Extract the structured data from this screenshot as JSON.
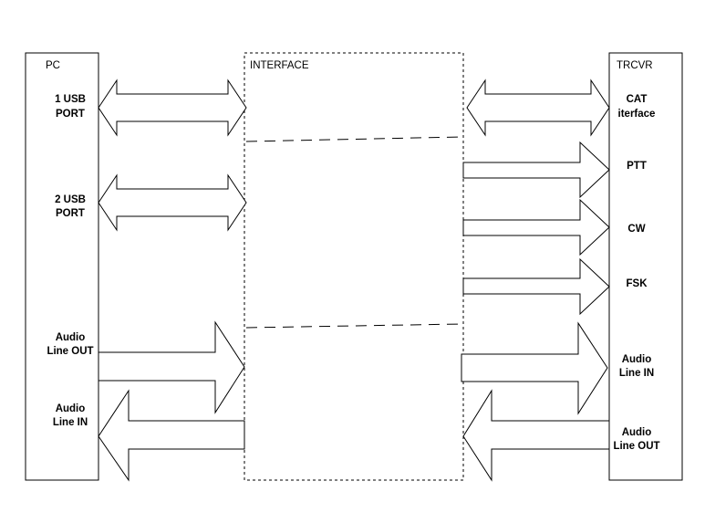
{
  "blocks": {
    "pc": {
      "title": "PC"
    },
    "interface": {
      "title": "INTERFACE"
    },
    "trcvr": {
      "title": "TRCVR"
    }
  },
  "pc_ports": {
    "usb1": [
      "1 USB",
      "PORT"
    ],
    "usb2": [
      "2 USB",
      "PORT"
    ],
    "audio_out": [
      "Audio",
      "Line OUT"
    ],
    "audio_in": [
      "Audio",
      "Line IN"
    ]
  },
  "trcvr_ports": {
    "cat": [
      "CAT",
      "iterface"
    ],
    "ptt": "PTT",
    "cw": "CW",
    "fsk": "FSK",
    "audio_in": [
      "Audio",
      "Line IN"
    ],
    "audio_out": [
      "Audio",
      "Line OUT"
    ]
  }
}
